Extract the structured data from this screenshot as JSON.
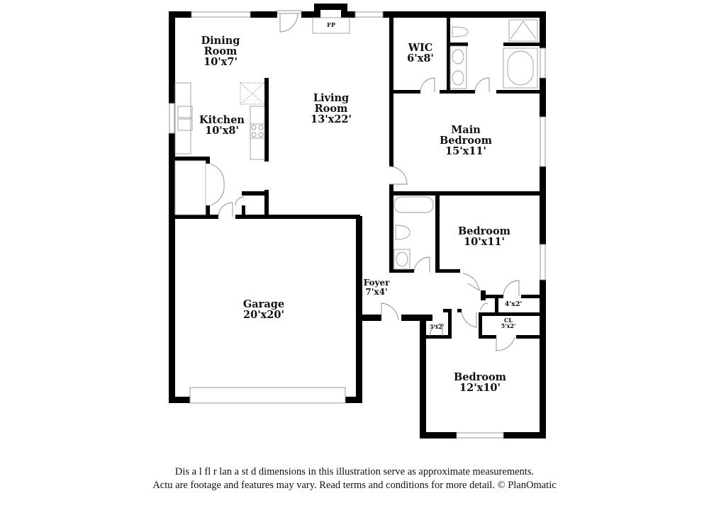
{
  "floorplan": {
    "rooms": [
      {
        "id": "dining-room",
        "name_lines": [
          "Dining",
          "Room"
        ],
        "dimensions": "10'x7'"
      },
      {
        "id": "kitchen",
        "name_lines": [
          "Kitchen"
        ],
        "dimensions": "10'x8'"
      },
      {
        "id": "living-room",
        "name_lines": [
          "Living",
          "Room"
        ],
        "dimensions": "13'x22'"
      },
      {
        "id": "wic",
        "name_lines": [
          "WIC"
        ],
        "dimensions": "6'x8'"
      },
      {
        "id": "main-bedroom",
        "name_lines": [
          "Main",
          "Bedroom"
        ],
        "dimensions": "15'x11'"
      },
      {
        "id": "bedroom-2",
        "name_lines": [
          "Bedroom"
        ],
        "dimensions": "10'x11'"
      },
      {
        "id": "foyer",
        "name_lines": [
          "Foyer"
        ],
        "dimensions": "7'x4'"
      },
      {
        "id": "garage",
        "name_lines": [
          "Garage"
        ],
        "dimensions": "20'x20'"
      },
      {
        "id": "bedroom-3",
        "name_lines": [
          "Bedroom"
        ],
        "dimensions": "12'x10'"
      },
      {
        "id": "closet-4x2",
        "name_lines": [],
        "dimensions": "4'x2'"
      },
      {
        "id": "closet-3x2",
        "name_lines": [],
        "dimensions": "3'x2'"
      },
      {
        "id": "closet-cl",
        "name_lines": [
          "CL"
        ],
        "dimensions": "5'x2'"
      }
    ],
    "fixtures": {
      "fireplace_label": "FP"
    },
    "colors": {
      "wall": "#000000",
      "fixture_line": "#9a9a9a",
      "window": "#cfcfcf",
      "background": "#ffffff",
      "text": "#111111"
    }
  },
  "footer": {
    "line1": "Dis a    l  fl  r  lan a   st   d dimensions in this illustration serve as approximate measurements.",
    "line2": "Actu    are footage and features may vary. Read terms and conditions for more detail. © PlanOmatic"
  }
}
